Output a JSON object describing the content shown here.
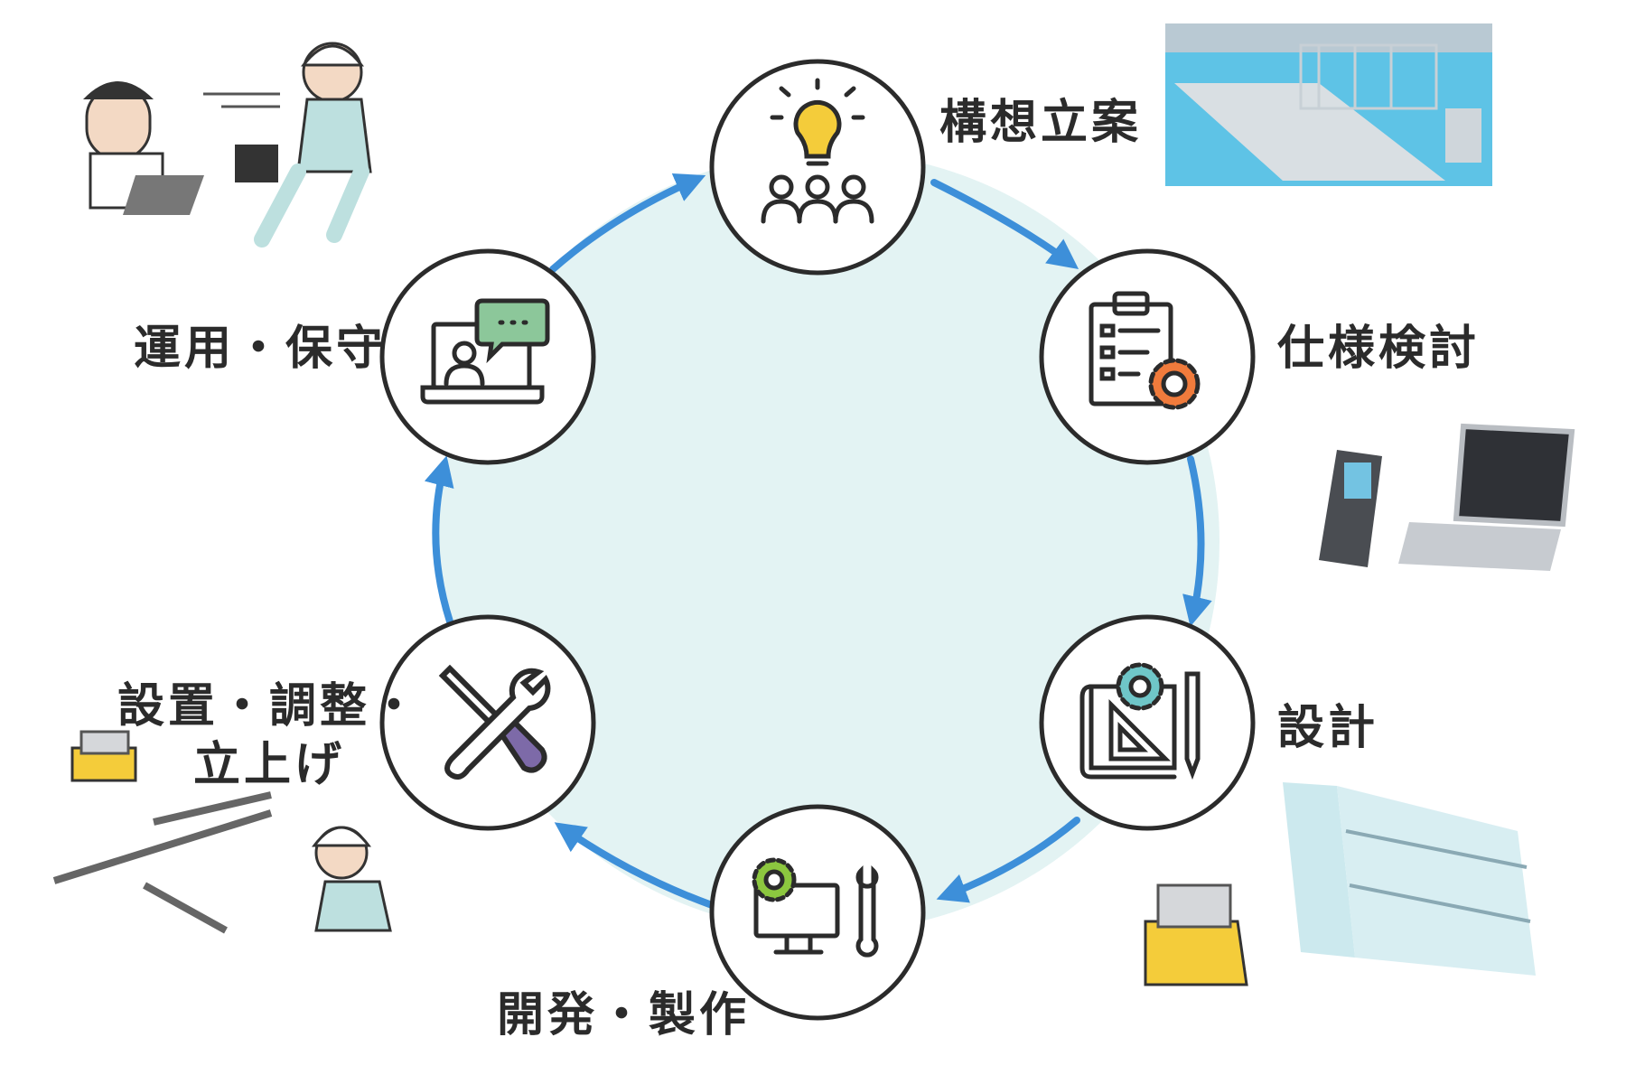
{
  "stages": [
    {
      "id": "concept",
      "label": "構想立案",
      "icon": "lightbulb-team-icon"
    },
    {
      "id": "spec",
      "label": "仕様検討",
      "icon": "clipboard-gear-icon"
    },
    {
      "id": "design",
      "label": "設計",
      "icon": "blueprint-gear-icon"
    },
    {
      "id": "dev",
      "label": "開発・製作",
      "icon": "computer-gear-wrench-icon"
    },
    {
      "id": "install",
      "label_lines": [
        "設置・調整・",
        "立上げ"
      ],
      "icon": "screwdriver-wrench-icon"
    },
    {
      "id": "ops",
      "label": "運用・保守",
      "icon": "laptop-chat-icon"
    }
  ],
  "colors": {
    "arrow": "#3d8fd9",
    "hub": "#e3f3f3",
    "ring": "#2b2b2b",
    "accent_yellow": "#f4cc3a",
    "accent_orange": "#f07b3c",
    "accent_teal": "#6fc6c8",
    "accent_green": "#8cc73f",
    "accent_purple": "#7d6aa8"
  }
}
